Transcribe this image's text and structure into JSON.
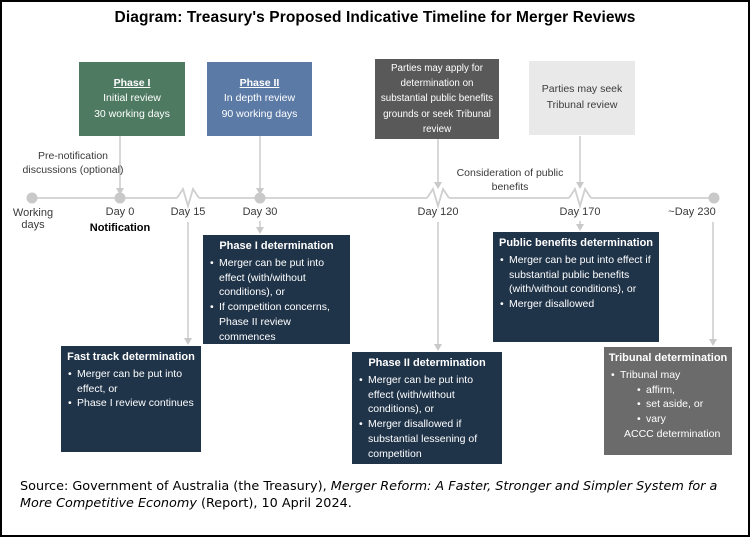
{
  "title": "Diagram: Treasury's Proposed Indicative Timeline for Merger Reviews",
  "bullet": "•",
  "colors": {
    "green": "#4e7a62",
    "blue": "#5b7aa6",
    "dark_gray": "#595959",
    "light_gray": "#e9e9e9",
    "navy": "#1f3349",
    "tribunal_gray": "#6b6b6b",
    "line": "#d6d6d6"
  },
  "phase_boxes": {
    "phase1": {
      "title": "Phase I",
      "line2": "Initial review",
      "line3": "30 working days"
    },
    "phase2": {
      "title": "Phase II",
      "line2": "In depth review",
      "line3": "90 working days"
    },
    "public_benefits_apply": "Parties may apply for determination on substantial public benefits grounds or seek Tribunal review",
    "tribunal_seek": "Parties may seek Tribunal review"
  },
  "timeline": {
    "working_days": "Working days",
    "pre_notification": "Pre-notification discussions (optional)",
    "consideration": "Consideration of public benefits",
    "day0": "Day 0",
    "day0_sub": "Notification",
    "day15": "Day 15",
    "day30": "Day 30",
    "day120": "Day 120",
    "day170": "Day 170",
    "day230": "~Day 230"
  },
  "determinations": {
    "phase1": {
      "title": "Phase I determination",
      "bullets": [
        "Merger can be put into effect (with/without conditions), or",
        "If competition concerns, Phase II review commences"
      ]
    },
    "fast_track": {
      "title": "Fast track determination",
      "bullets": [
        "Merger can be put into effect, or",
        "Phase I review continues"
      ]
    },
    "phase2": {
      "title": "Phase II determination",
      "bullets": [
        "Merger can be put into effect (with/without conditions), or",
        "Merger disallowed if substantial lessening of competition"
      ]
    },
    "public_benefits": {
      "title": "Public benefits determination",
      "bullets": [
        "Merger can be put into effect if substantial public benefits (with/without conditions), or",
        "Merger disallowed"
      ]
    },
    "tribunal": {
      "title": "Tribunal determination",
      "lead_bullet": "Tribunal may",
      "sub_bullets": [
        "affirm,",
        "set aside, or",
        "vary"
      ],
      "footer": "ACCC determination"
    }
  },
  "source": {
    "prefix": "Source: Government of Australia (the Treasury), ",
    "italic": "Merger Reform: A Faster, Stronger and Simpler System for a More Competitive Economy",
    "suffix": " (Report), 10 April 2024."
  }
}
